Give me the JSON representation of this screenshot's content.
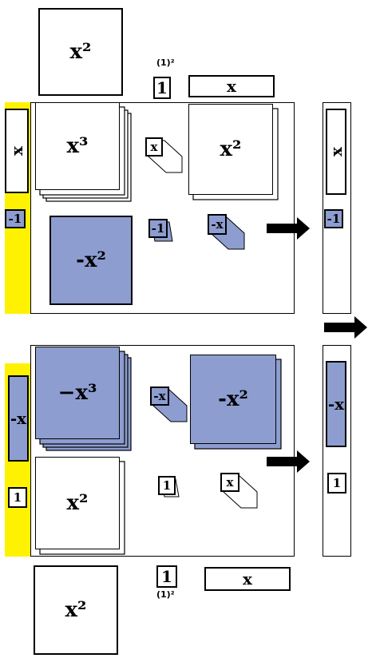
{
  "colors": {
    "highlight": "#fff200",
    "negative": "#8d9dd0",
    "positive": "#ffffff"
  },
  "top": {
    "top_square": "x²",
    "one_square_label": "(1)²",
    "one_tile": "1",
    "x_tile": "x"
  },
  "upper_box": {
    "side_x": "x",
    "side_neg_one": "-1",
    "cube": "x³",
    "x_block": "x",
    "x2_block": "x²",
    "neg_x2": "-x²",
    "neg_one_block": "-1",
    "neg_x_block": "-x"
  },
  "upper_result": {
    "x": "x",
    "neg_one": "-1"
  },
  "lower_box": {
    "side_neg_x": "-x",
    "side_one": "1",
    "neg_cube": "−x³",
    "neg_x_block": "-x",
    "neg_x2_block": "-x²",
    "x2": "x²",
    "one_block": "1",
    "x_block": "x"
  },
  "lower_result": {
    "neg_x": "-x",
    "one": "1"
  },
  "bottom": {
    "bottom_square": "x²",
    "one_tile": "1",
    "one_square_label": "(1)²",
    "x_tile": "x"
  }
}
